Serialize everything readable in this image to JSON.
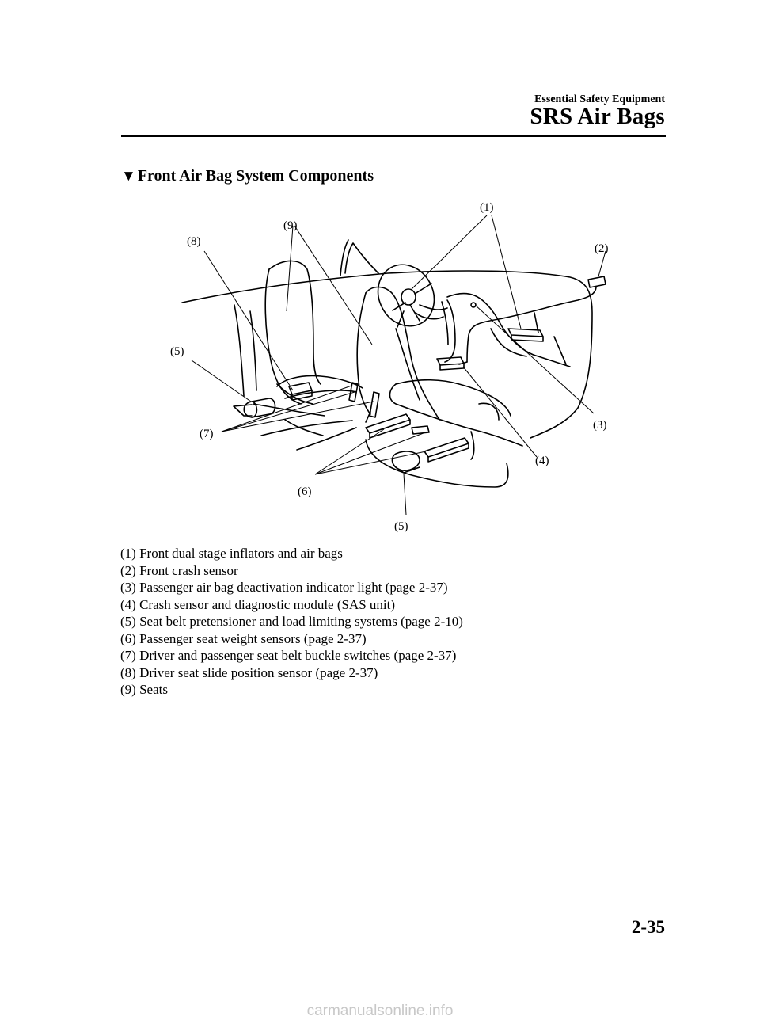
{
  "header": {
    "section": "Essential Safety Equipment",
    "chapter": "SRS Air Bags"
  },
  "section_title": {
    "marker": "▼",
    "text": "Front Air Bag System Components"
  },
  "diagram": {
    "callouts": [
      "(1)",
      "(2)",
      "(3)",
      "(4)",
      "(5)",
      "(5)",
      "(6)",
      "(7)",
      "(8)",
      "(9)"
    ]
  },
  "legend": [
    "(1) Front dual stage inflators and air bags",
    "(2) Front crash sensor",
    "(3) Passenger air bag deactivation indicator light (page 2-37)",
    "(4) Crash sensor and diagnostic module (SAS unit)",
    "(5) Seat belt pretensioner and load limiting systems (page 2-10)",
    "(6) Passenger seat weight sensors (page 2-37)",
    "(7) Driver and passenger seat belt buckle switches (page 2-37)",
    "(8) Driver seat slide position sensor (page 2-37)",
    "(9) Seats"
  ],
  "page_number": "2-35",
  "watermark": "carmanualsonline.info"
}
